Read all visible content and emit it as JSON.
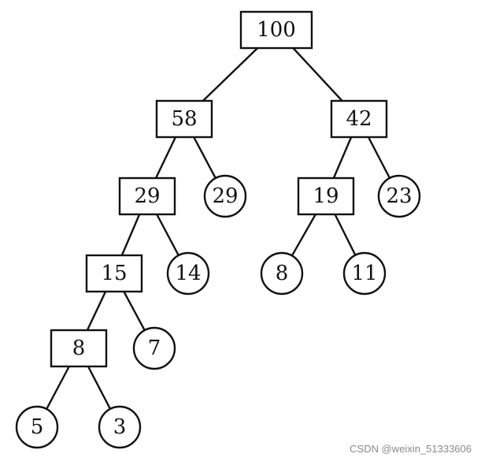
{
  "tree": {
    "nodes": [
      {
        "id": "n100",
        "label": "100",
        "shape": "rect"
      },
      {
        "id": "n58",
        "label": "58",
        "shape": "rect"
      },
      {
        "id": "n42",
        "label": "42",
        "shape": "rect"
      },
      {
        "id": "n29r",
        "label": "29",
        "shape": "rect"
      },
      {
        "id": "n29c",
        "label": "29",
        "shape": "circle"
      },
      {
        "id": "n19",
        "label": "19",
        "shape": "rect"
      },
      {
        "id": "n23",
        "label": "23",
        "shape": "circle"
      },
      {
        "id": "n15",
        "label": "15",
        "shape": "rect"
      },
      {
        "id": "n14",
        "label": "14",
        "shape": "circle"
      },
      {
        "id": "n8c",
        "label": "8",
        "shape": "circle"
      },
      {
        "id": "n11",
        "label": "11",
        "shape": "circle"
      },
      {
        "id": "n8r",
        "label": "8",
        "shape": "rect"
      },
      {
        "id": "n7",
        "label": "7",
        "shape": "circle"
      },
      {
        "id": "n5",
        "label": "5",
        "shape": "circle"
      },
      {
        "id": "n3",
        "label": "3",
        "shape": "circle"
      }
    ],
    "edges": [
      [
        "n100",
        "n58"
      ],
      [
        "n100",
        "n42"
      ],
      [
        "n58",
        "n29r"
      ],
      [
        "n58",
        "n29c"
      ],
      [
        "n42",
        "n19"
      ],
      [
        "n42",
        "n23"
      ],
      [
        "n29r",
        "n15"
      ],
      [
        "n29r",
        "n14"
      ],
      [
        "n19",
        "n8c"
      ],
      [
        "n19",
        "n11"
      ],
      [
        "n15",
        "n8r"
      ],
      [
        "n15",
        "n7"
      ],
      [
        "n8r",
        "n5"
      ],
      [
        "n8r",
        "n3"
      ]
    ]
  },
  "watermark": "CSDN @weixin_51333606"
}
